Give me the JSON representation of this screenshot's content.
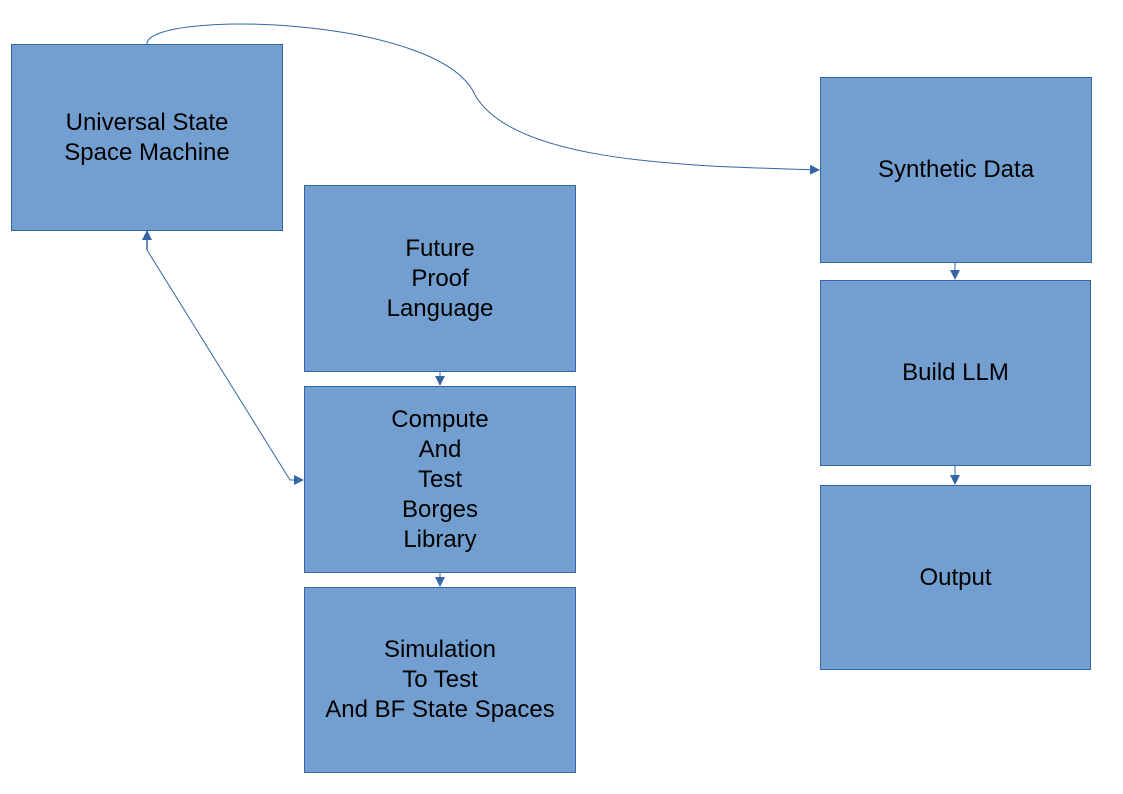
{
  "colors": {
    "box_fill": "#729fcf",
    "box_border": "#3465a4",
    "connector": "#3465a4"
  },
  "boxes": {
    "usm": "Universal State\nSpace Machine",
    "fpl": "Future\nProof\nLanguage",
    "ctbl": "Compute\nAnd\nTest\nBorges\nLibrary",
    "sim": "Simulation\nTo Test\nAnd BF State Spaces",
    "synth": "Synthetic Data",
    "llm": "Build LLM",
    "output": "Output"
  }
}
